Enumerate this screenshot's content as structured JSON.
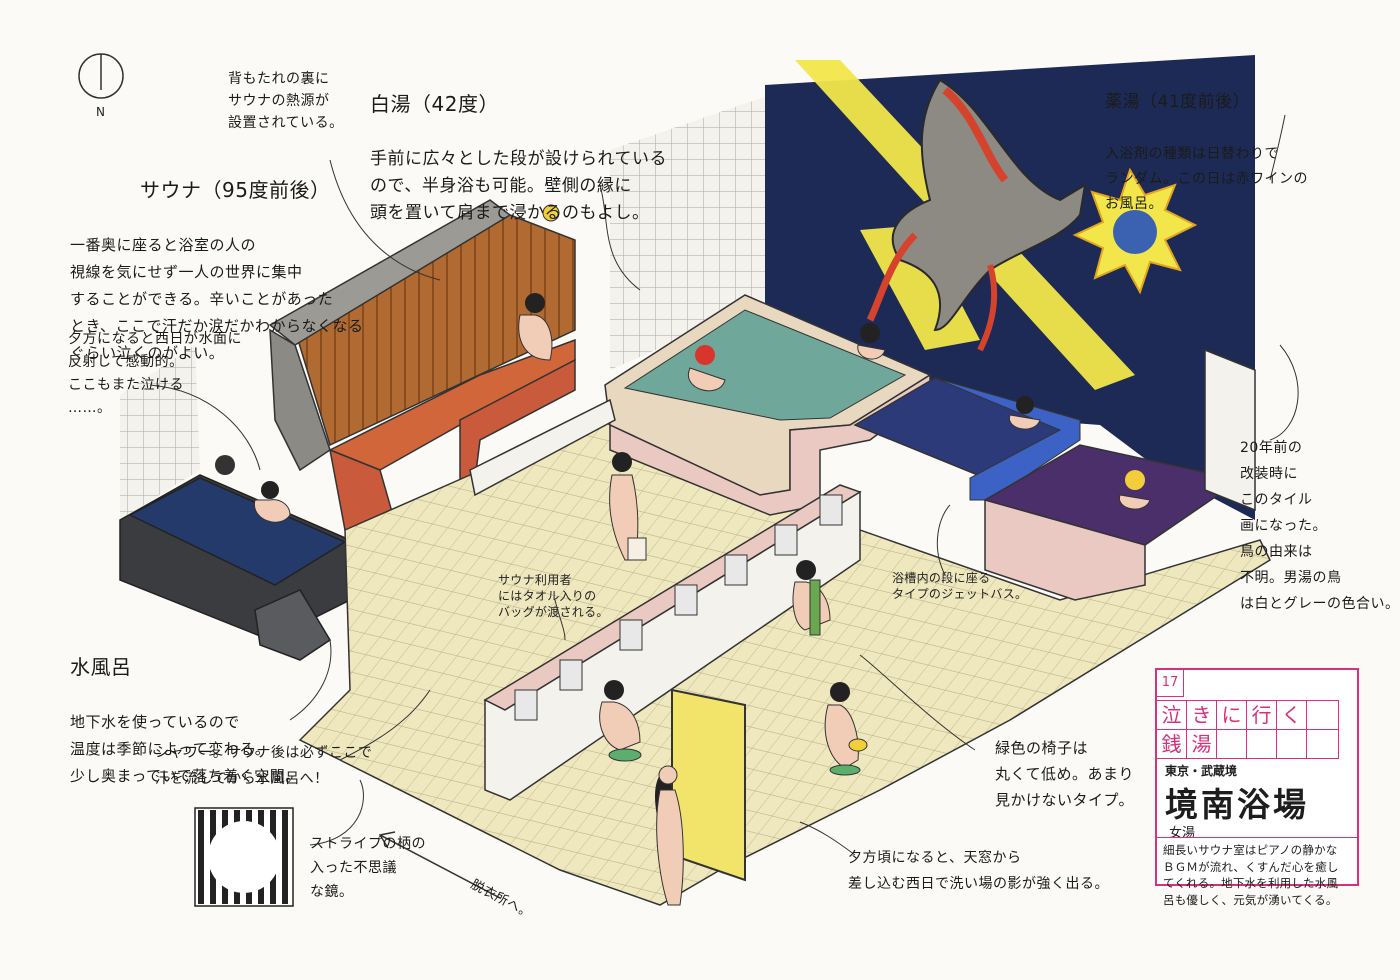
{
  "compass": {
    "label": "N"
  },
  "notes": {
    "sauna_heat": "背もたれの裏に\nサウナの熱源が\n設置されている。",
    "shiroyu_title": "白湯（42度）",
    "shiroyu_body": "手前に広々とした段が設けられている\nので、半身浴も可能。壁側の縁に\n頭を置いて肩まで浸かるのもよし。",
    "sauna_title": "サウナ（95度前後）",
    "sauna_body": "一番奥に座ると浴室の人の\n視線を気にせず一人の世界に集中\nすることができる。辛いことがあった\nとき、ここで汗だか涙だかわからなくなる\nぐらい泣くのがよい。",
    "sunset_water": "夕方になると西日が水面に\n反射して感動的。\nここもまた泣ける\n……。",
    "yakuyu_title": "薬湯（41度前後）",
    "yakuyu_body": "入浴剤の種類は日替わりで\nランダム。この日は赤ワインの\nお風呂。",
    "tile_mural": "20年前の\n改装時に\nこのタイル\n画になった。\n鳥の由来は\n不明。男湯の鳥\nは白とグレーの色合い。",
    "mizuburo_title": "水風呂",
    "mizuburo_body": "地下水を使っているので\n温度は季節によって変わる。\n少し奥まっていて落ち着く空間。",
    "shower": "シャワー。サウナ後は必ずここで\n汗を流してから水風呂へ！",
    "stripe_mirror": "ストライプの柄の\n入った不思議\nな鏡。",
    "to_changing": "脱衣所へ。",
    "green_chair": "緑色の椅子は\n丸くて低め。あまり\n見かけないタイプ。",
    "sunset_shadow": "夕方頃になると、天窓から\n差し込む西日で洗い場の影が強く出る。",
    "sauna_users": "サウナ利用者\nにはタオル入りの\nバッグが渡される。",
    "jet_bath": "浴槽内の段に座る\nタイプのジェットバス。"
  },
  "badge": {
    "number": "17",
    "row1": [
      "泣",
      "き",
      "に",
      "行",
      "く"
    ],
    "row2": [
      "銭",
      "湯",
      "",
      "",
      ""
    ],
    "area": "東京・武蔵境",
    "name": "境南浴場",
    "sub": "女湯",
    "desc": "細長いサウナ室はピアノの静かな\nＢＧＭが流れ、くすんだ心を癒し\nてくれる。地下水を利用した水風\n呂も優しく、元気が湧いてくる。"
  },
  "colors": {
    "accent_pink": "#d9307a",
    "mural_navy": "#1d2a55",
    "duck_yellow": "#f5d33a",
    "tile_cream": "#efe6b8"
  }
}
